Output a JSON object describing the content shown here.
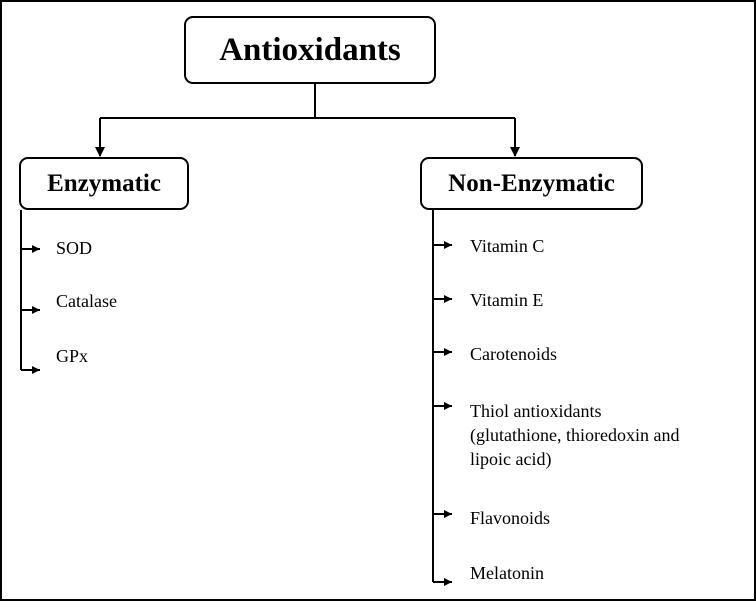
{
  "root": {
    "label": "Antioxidants"
  },
  "enzymatic": {
    "label": "Enzymatic",
    "items": [
      "SOD",
      "Catalase",
      "GPx"
    ]
  },
  "non_enzymatic": {
    "label": "Non-Enzymatic",
    "items": [
      "Vitamin C",
      "Vitamin E",
      "Carotenoids",
      "Thiol antioxidants",
      "(glutathione, thioredoxin and",
      "lipoic acid)",
      "Flavonoids",
      "Melatonin"
    ]
  },
  "colors": {
    "line": "#000000",
    "background": "#ffffff",
    "frame": "#000000"
  }
}
